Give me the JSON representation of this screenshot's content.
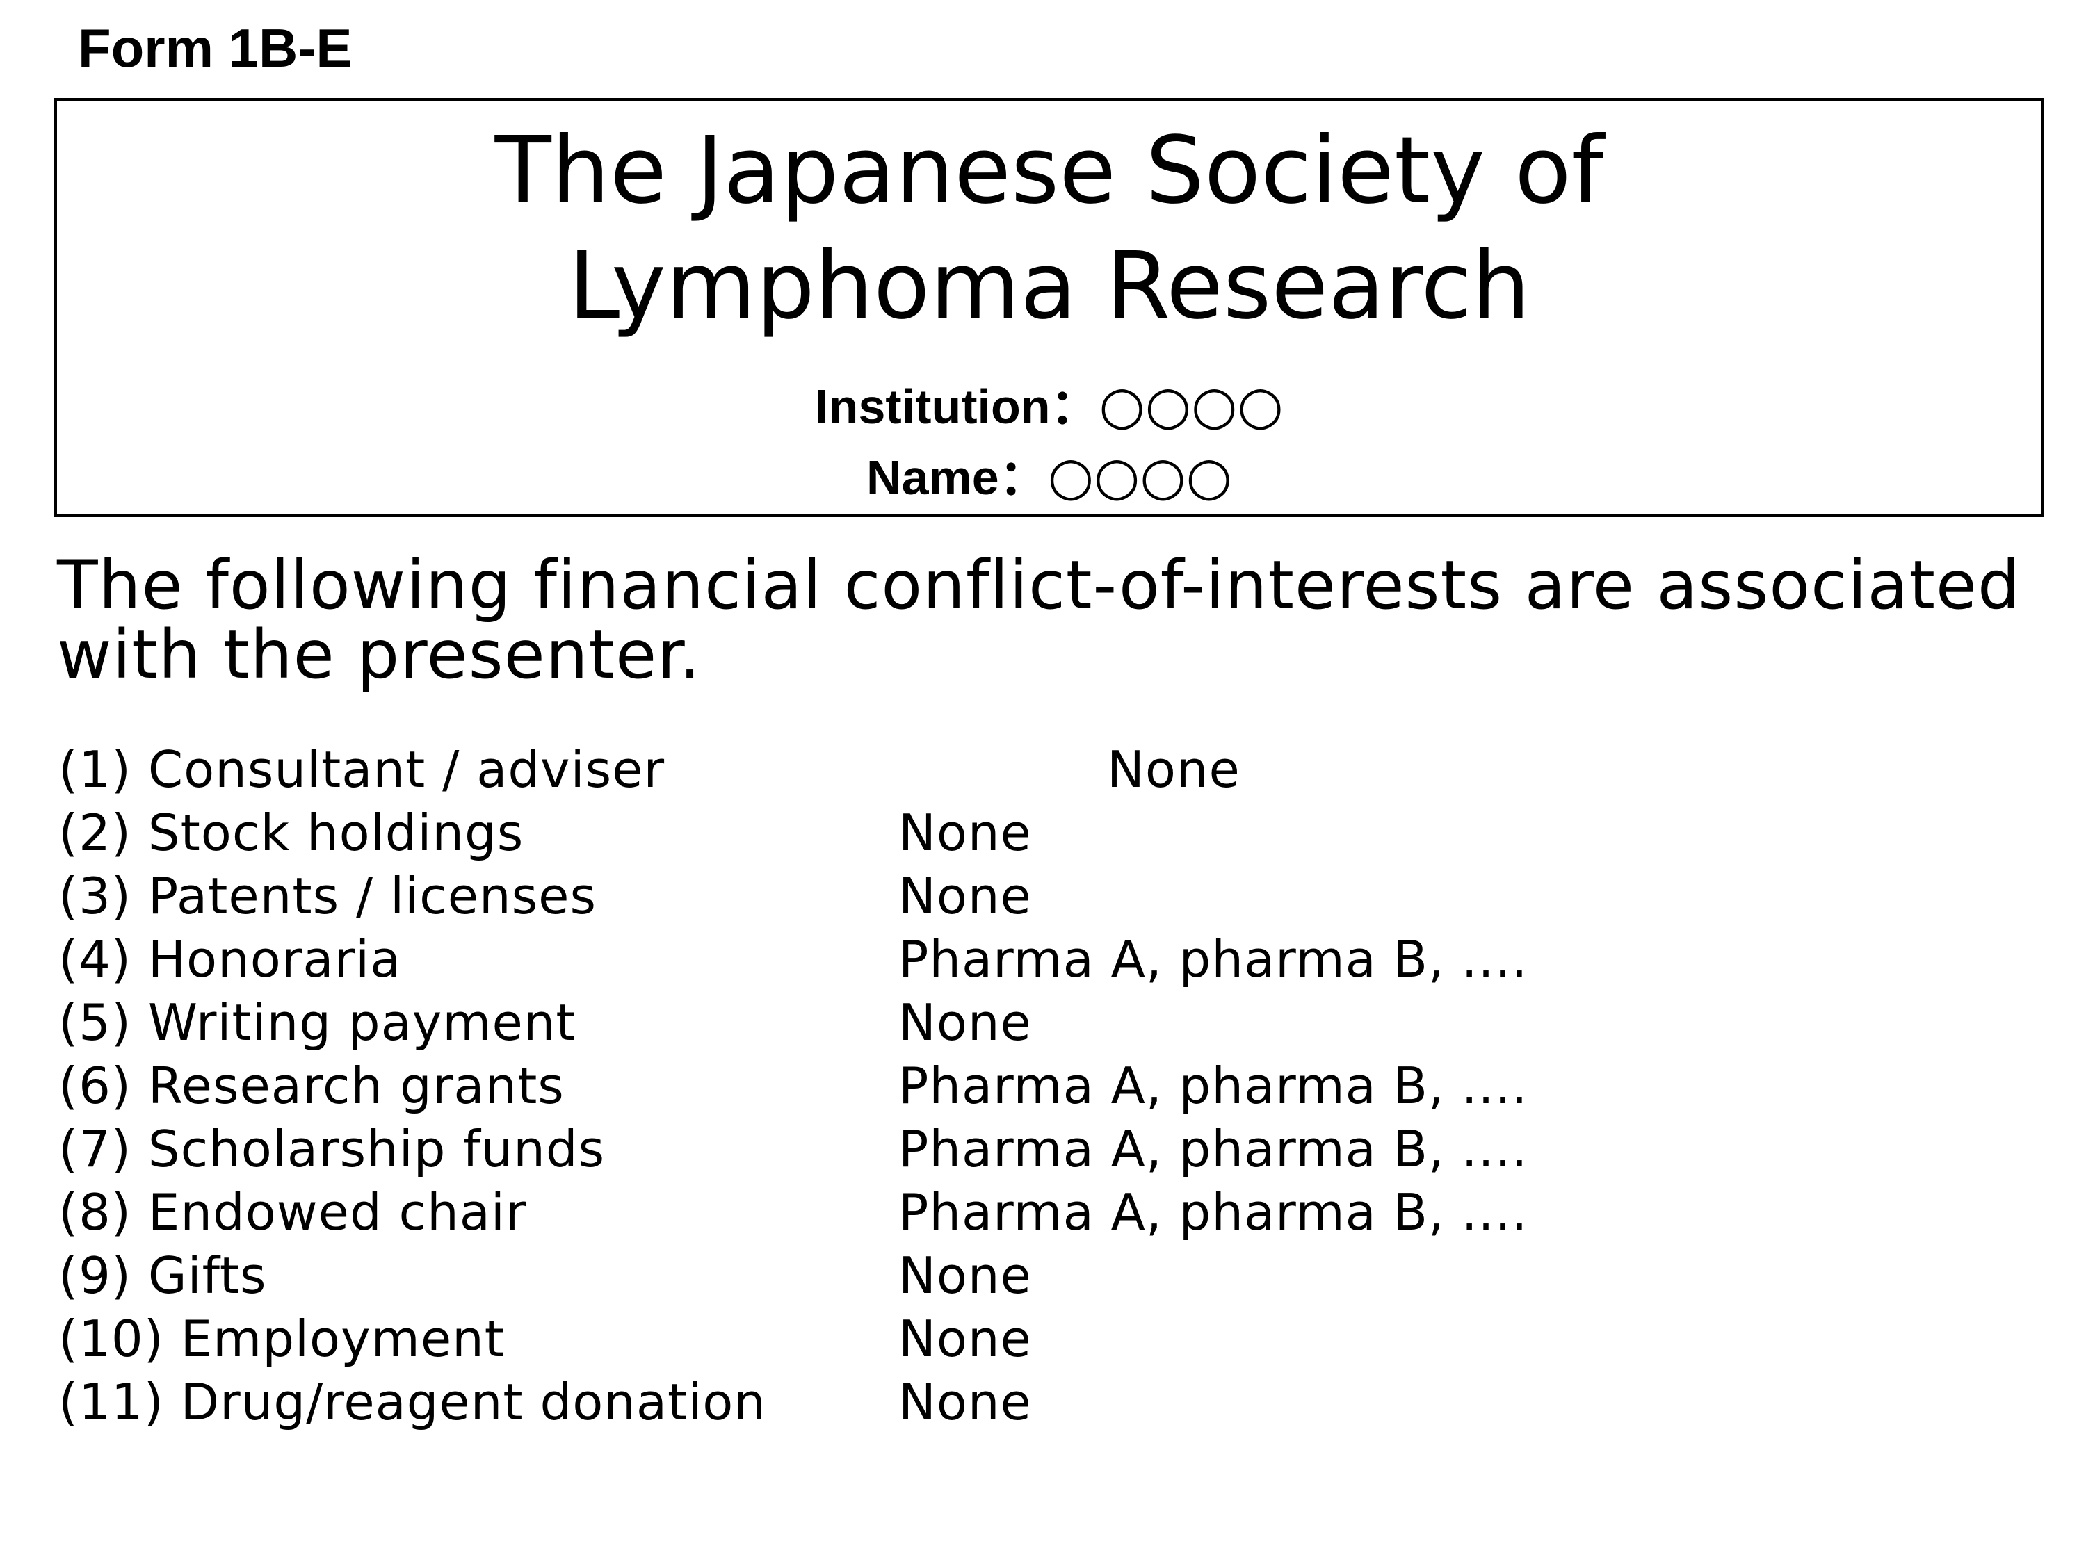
{
  "form_label": "Form 1B-E",
  "header": {
    "title_line1": "The Japanese Society of",
    "title_line2": "Lymphoma Research",
    "institution_label": "Institution：",
    "institution_value": "○○○○",
    "name_label": "Name：",
    "name_value": "○○○○"
  },
  "intro": "The following financial conflict-of-interests are associated with the presenter.",
  "coi_items": [
    {
      "item": "(1) Consultant / adviser",
      "value": "None"
    },
    {
      "item": "(2) Stock holdings",
      "value": "None"
    },
    {
      "item": "(3) Patents / licenses",
      "value": "None"
    },
    {
      "item": "(4) Honoraria",
      "value": "Pharma A, pharma B, ...."
    },
    {
      "item": "(5) Writing payment",
      "value": "None"
    },
    {
      "item": "(6) Research grants",
      "value": "Pharma A, pharma B, ...."
    },
    {
      "item": "(7) Scholarship funds",
      "value": "Pharma A, pharma B, ...."
    },
    {
      "item": "(8) Endowed chair",
      "value": "Pharma A, pharma B, ...."
    },
    {
      "item": "(9) Gifts",
      "value": "None"
    },
    {
      "item": "(10) Employment",
      "value": "None"
    },
    {
      "item": "(11) Drug/reagent donation",
      "value": "None"
    }
  ]
}
